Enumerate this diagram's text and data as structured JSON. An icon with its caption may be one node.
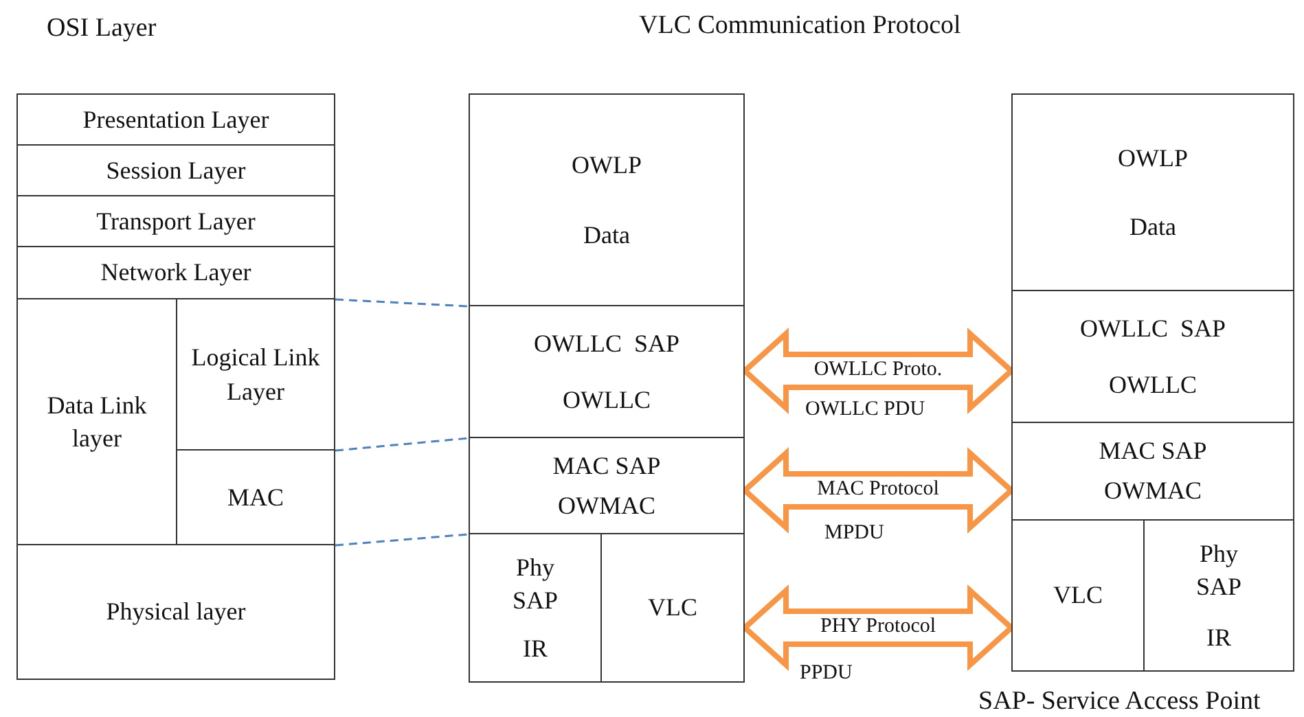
{
  "diagram": {
    "title": "VLC Communication Protocol",
    "nodes": [
      {
        "text": [
          "Presentation Layer"
        ]
      },
      {
        "text": [
          "Session Layer"
        ]
      },
      {
        "text": [
          "Transport Layer"
        ]
      },
      {
        "text": [
          "Network Layer"
        ]
      },
      {
        "text": [
          "Data Link layer"
        ]
      },
      {
        "text": [
          "Logical Link Layer"
        ]
      },
      {
        "text": [
          "MAC"
        ]
      },
      {
        "text": [
          "Physical layer"
        ]
      },
      {
        "text": [
          "OWLP",
          "Data"
        ]
      },
      {
        "text": [
          "OWLLC  SAP",
          "OWLLC"
        ]
      },
      {
        "text": [
          "MAC SAP",
          "OWMAC"
        ]
      },
      {
        "text": [
          "Phy SAP",
          "IR"
        ]
      },
      {
        "text": [
          "VLC"
        ]
      },
      {
        "text": [
          "OWLP",
          "Data"
        ]
      },
      {
        "text": [
          "OWLLC  SAP",
          "OWLLC"
        ]
      },
      {
        "text": [
          "MAC SAP",
          "OWMAC"
        ]
      },
      {
        "text": [
          "VLC"
        ]
      },
      {
        "text": [
          "Phy SAP",
          "IR"
        ]
      }
    ],
    "edges": [
      {
        "from": 5,
        "to": 9,
        "arrow": "none",
        "style": "dashed",
        "color": "#4f81bd"
      },
      {
        "from": 6,
        "to": 10,
        "arrow": "none",
        "style": "dashed",
        "color": "#4f81bd"
      },
      {
        "from": 7,
        "to": 11,
        "arrow": "none",
        "style": "dashed",
        "color": "#4f81bd"
      },
      {
        "from": 9,
        "to": 14,
        "arrow": "both",
        "label": "OWLLC Proto.",
        "style": "thick",
        "color": "#f79646"
      },
      {
        "from": 10,
        "to": 15,
        "arrow": "both",
        "label": "MAC Protocol",
        "style": "thick",
        "color": "#f79646"
      },
      {
        "from": 12,
        "to": 16,
        "arrow": "both",
        "label": "PHY Protocol",
        "style": "thick",
        "color": "#f79646"
      }
    ],
    "labels": [
      "OSI Layer",
      "OWLLC PDU",
      "MPDU",
      "PPDU",
      "SAP- Service Access Point"
    ]
  }
}
